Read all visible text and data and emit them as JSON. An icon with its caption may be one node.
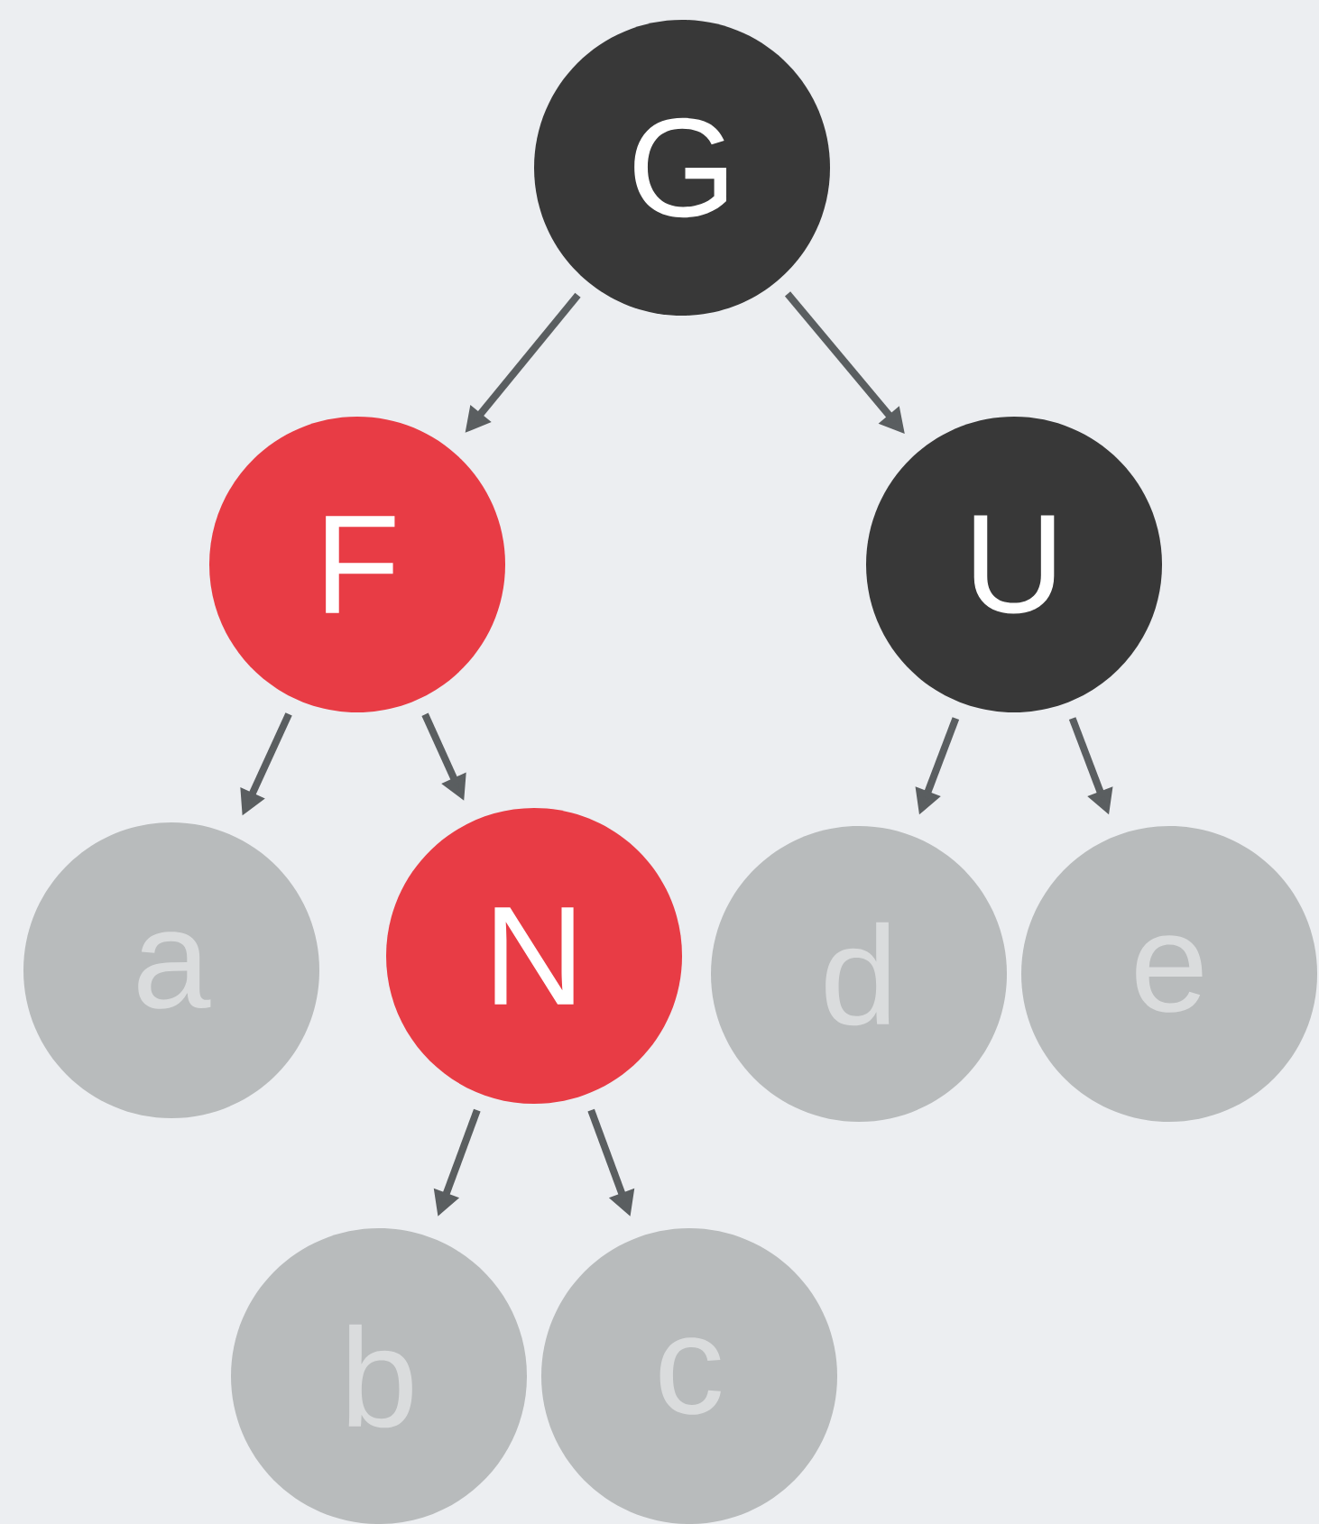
{
  "diagram": {
    "nodes": [
      {
        "text": [
          "G"
        ]
      },
      {
        "text": [
          "F"
        ]
      },
      {
        "text": [
          "U"
        ]
      },
      {
        "text": [
          "a"
        ]
      },
      {
        "text": [
          "N"
        ]
      },
      {
        "text": [
          "d"
        ]
      },
      {
        "text": [
          "e"
        ]
      },
      {
        "text": [
          "b"
        ]
      },
      {
        "text": [
          "c"
        ]
      }
    ],
    "edges": [
      {
        "from": 0,
        "to": 1,
        "arrow": "to"
      },
      {
        "from": 0,
        "to": 2,
        "arrow": "to"
      },
      {
        "from": 1,
        "to": 3,
        "arrow": "to"
      },
      {
        "from": 1,
        "to": 4,
        "arrow": "to"
      },
      {
        "from": 2,
        "to": 5,
        "arrow": "to"
      },
      {
        "from": 2,
        "to": 6,
        "arrow": "to"
      },
      {
        "from": 4,
        "to": 7,
        "arrow": "to"
      },
      {
        "from": 4,
        "to": 8,
        "arrow": "to"
      }
    ]
  }
}
